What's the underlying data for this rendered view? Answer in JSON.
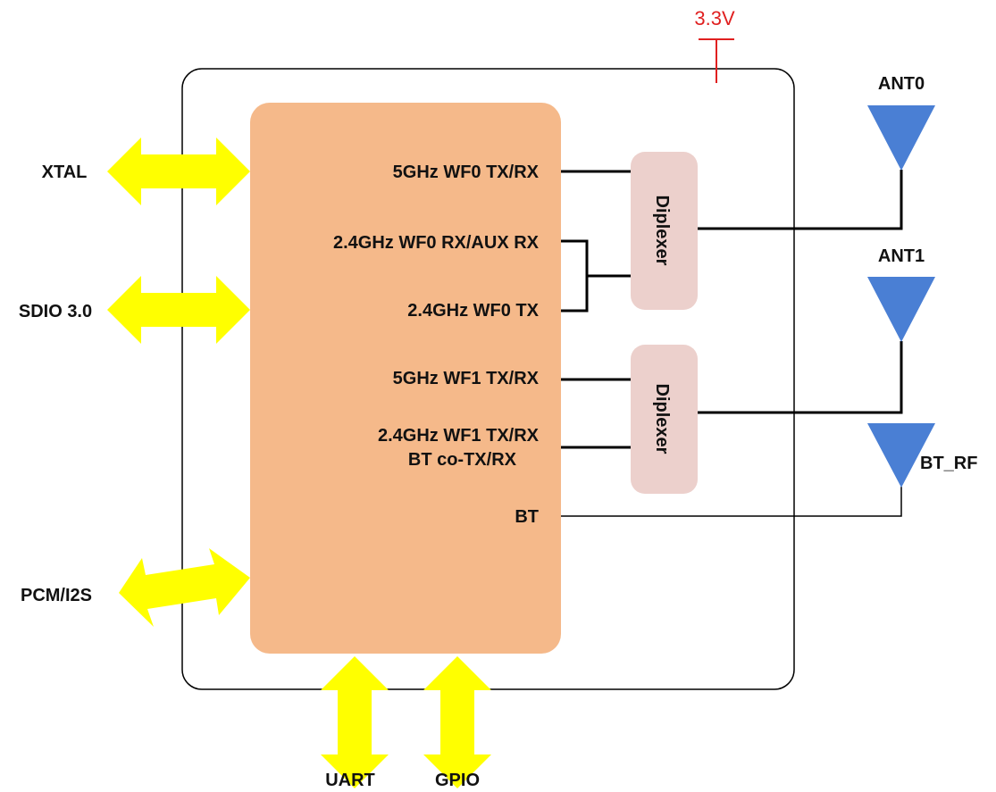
{
  "power": {
    "label": "3.3V",
    "color": "#e02020"
  },
  "interfaces": {
    "xtal": "XTAL",
    "sdio": "SDIO 3.0",
    "pcm": "PCM/I2S",
    "uart": "UART",
    "gpio": "GPIO"
  },
  "chip": {
    "fill": "#f5b98a",
    "ports": {
      "wf0_5g": "5GHz WF0 TX/RX",
      "wf0_24_rx": "2.4GHz WF0 RX/AUX RX",
      "wf0_24_tx": "2.4GHz WF0 TX",
      "wf1_5g": "5GHz WF1 TX/RX",
      "wf1_24_line1": "2.4GHz WF1 TX/RX",
      "wf1_24_line2": "BT co-TX/RX",
      "bt": "BT"
    }
  },
  "diplexers": {
    "fill": "#ecd0cc",
    "top": "Diplexer",
    "bottom": "Diplexer"
  },
  "antennas": {
    "color": "#4a7fd4",
    "ant0": "ANT0",
    "ant1": "ANT1",
    "bt_rf": "BT_RF"
  },
  "arrow_color": "#ffff00"
}
